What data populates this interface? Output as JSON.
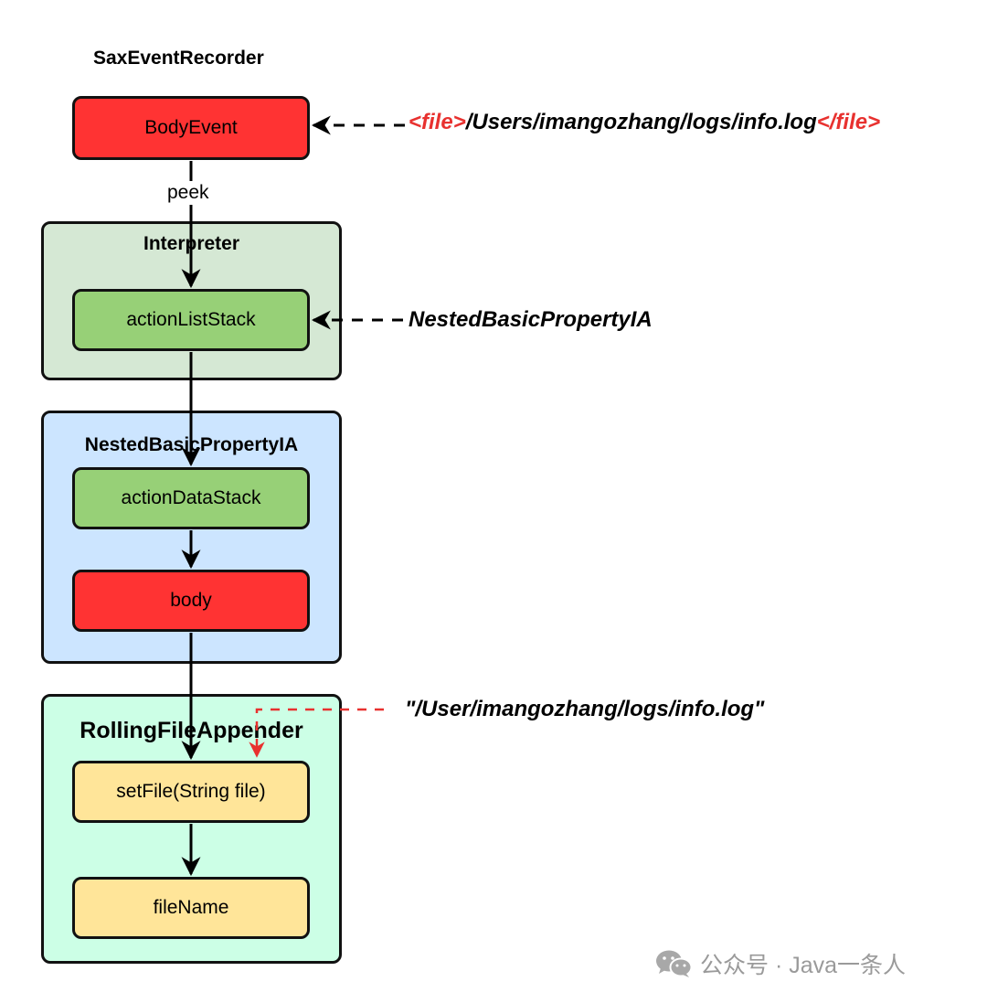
{
  "diagram": {
    "top_title": "SaxEventRecorder",
    "body_event": "BodyEvent",
    "peek_label": "peek",
    "interpreter": {
      "title": "Interpreter",
      "action_list_stack": "actionListStack"
    },
    "nested": {
      "title": "NestedBasicPropertyIA",
      "action_data_stack": "actionDataStack",
      "body": "body"
    },
    "rolling": {
      "title": "RollingFileAppender",
      "set_file": "setFile(String file)",
      "file_name": "fileName"
    },
    "notes": {
      "file_open_tag": "<file>",
      "file_path": "/Users/imangozhang/logs/info.log",
      "file_close_tag": "</file>",
      "nested_action": "NestedBasicPropertyIA",
      "path_string": "\"/User/imangozhang/logs/info.log\""
    }
  },
  "watermark": {
    "text": "公众号 · Java一条人",
    "icon": "wechat-icon"
  },
  "colors": {
    "red_box": "#ff3333",
    "green_box": "#97d077",
    "interpreter_bg": "#d5e8d4",
    "nested_bg": "#cce5ff",
    "rolling_bg": "#ccffe6",
    "yellow_box": "#ffe599",
    "red_text": "#e8312f"
  }
}
